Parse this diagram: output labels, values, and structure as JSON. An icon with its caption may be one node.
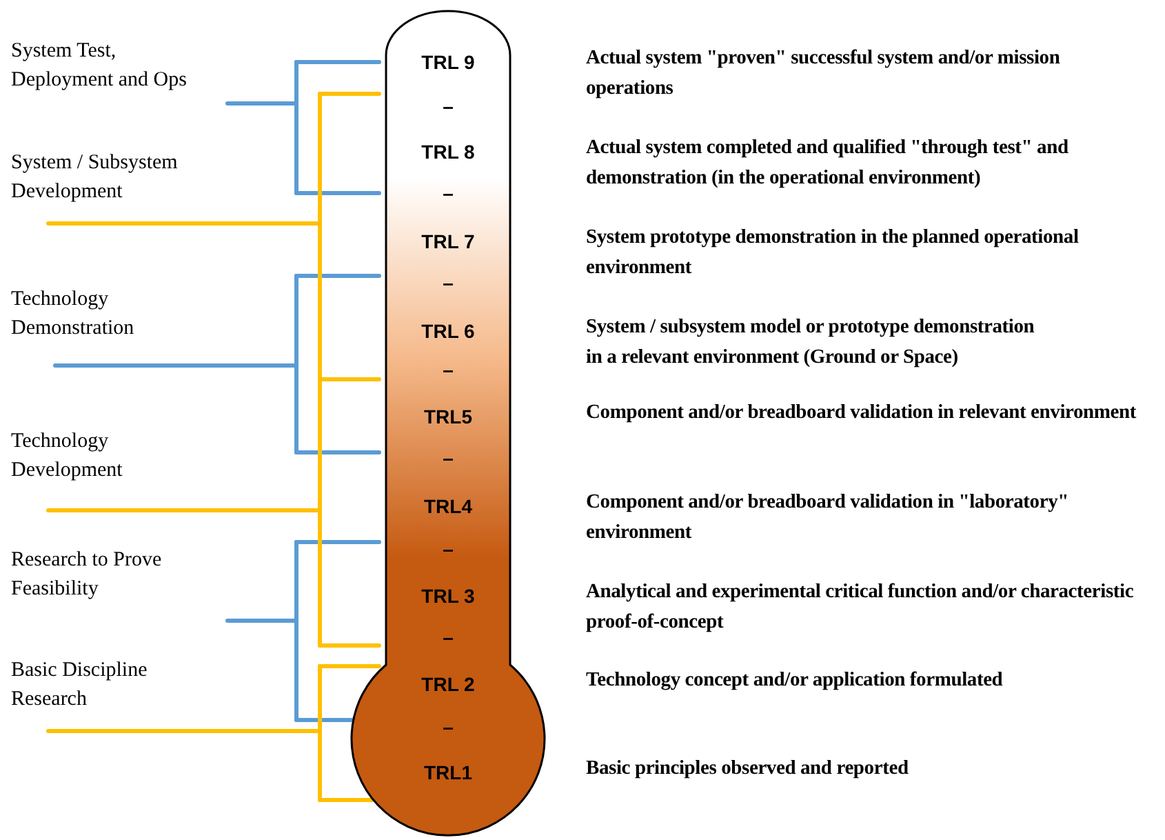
{
  "diagram": {
    "nodes": [
      {
        "text": [],
        "shape": "thermometer"
      },
      {
        "text": [
          "TRL 9"
        ],
        "in": 0
      },
      {
        "text": [
          "TRL 8"
        ],
        "in": 0
      },
      {
        "text": [
          "TRL 7"
        ],
        "in": 0
      },
      {
        "text": [
          "TRL 6"
        ],
        "in": 0
      },
      {
        "text": [
          "TRL5"
        ],
        "in": 0
      },
      {
        "text": [
          "TRL4"
        ],
        "in": 0
      },
      {
        "text": [
          "TRL 3"
        ],
        "in": 0
      },
      {
        "text": [
          "TRL 2"
        ],
        "in": 0
      },
      {
        "text": [
          "TRL1"
        ],
        "in": 0
      }
    ],
    "labels": [
      "System Test, Deployment and Ops",
      "System / Subsystem Development",
      "Technology Demonstration",
      "Technology Development",
      "Research to Prove Feasibility",
      "Basic Discipline Research",
      "Actual system \"proven\" successful system and/or mission operations",
      "Actual system completed and qualified \"through test\" and demonstration (in the operational environment)",
      "System prototype demonstration in the planned operational environment",
      "System / subsystem model or prototype demonstration in a relevant environment (Ground or Space)",
      "Component and/or breadboard validation in relevant environment",
      "Component and/or breadboard validation in \"laboratory\" environment",
      "Analytical and experimental critical function and/or characteristic proof-of-concept",
      "Technology concept and/or application formulated",
      "Basic principles observed and reported",
      "–",
      "–",
      "–",
      "–",
      "–",
      "–",
      "–",
      "–"
    ]
  }
}
